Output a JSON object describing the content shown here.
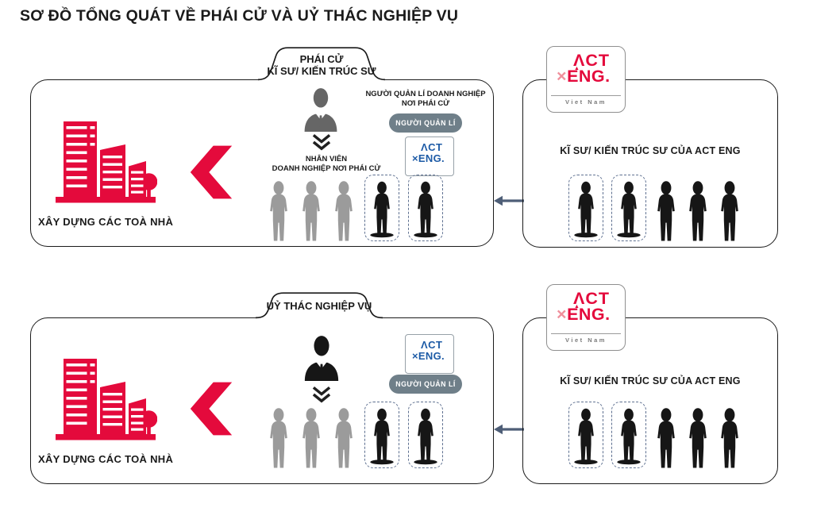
{
  "title": "SƠ ĐỒ TỔNG QUÁT VỀ PHÁI CỬ VÀ UỶ THÁC NGHIỆP VỤ",
  "logo_large": {
    "line1": "ΛCT",
    "mark": "▲",
    "x": "×",
    "line2": "ENG.",
    "subtitle": "Viet Nam"
  },
  "logo_small": {
    "line1": "ΛCT",
    "x": "×",
    "line2": "ENG."
  },
  "top": {
    "tab_line1": "PHÁI CỬ",
    "tab_line2": "KĨ SƯ/ KIẾN TRÚC SƯ",
    "building_label": "XÂY DỰNG CÁC TOÀ NHÀ",
    "manager_caption_line1": "NGƯỜI QUẢN LÍ DOANH NGHIỆP",
    "manager_caption_line2": "NƠI PHÁI CỬ",
    "manager_badge": "NGƯỜI QUẢN LÍ",
    "staff_caption_line1": "NHÂN VIÊN",
    "staff_caption_line2": "DOANH NGHIỆP NƠI PHÁI CỬ",
    "right_label": "KĨ SƯ/ KIẾN TRÚC SƯ CỦA ACT ENG",
    "left_people": {
      "gray_figures": 3,
      "highlighted_figures": 2
    },
    "right_people": {
      "total_figures": 5,
      "highlighted_figures": 2
    }
  },
  "bottom": {
    "tab_line1": "UỶ THÁC NGHIỆP VỤ",
    "building_label": "XÂY DỰNG CÁC TOÀ NHÀ",
    "manager_badge": "NGƯỜI QUẢN LÍ",
    "right_label": "KĨ SƯ/ KIẾN TRÚC SƯ CỦA ACT ENG",
    "left_people": {
      "gray_figures": 3,
      "highlighted_figures": 2
    },
    "right_people": {
      "total_figures": 5,
      "highlighted_figures": 2
    }
  },
  "colors": {
    "red": "#e40a3c",
    "pink_x": "#f0909c",
    "blue": "#1d5ba6",
    "badge_gray": "#6f7f89",
    "dashed_outline": "#5f7191",
    "arrow_slate": "#4e5e77",
    "person_gray": "#9b9b9b",
    "person_black": "#161616",
    "manager_gray": "#666666"
  },
  "icons": {
    "buildings-icon": "red buildings with tree silhouette",
    "chevron-left-icon": "bold red left angle bracket",
    "arrow-left-icon": "slate left arrow",
    "person-icon": "standing person silhouette",
    "manager-icon": "suit and tie bust silhouette",
    "double-chevron-down-icon": "two stacked downward chevrons"
  }
}
